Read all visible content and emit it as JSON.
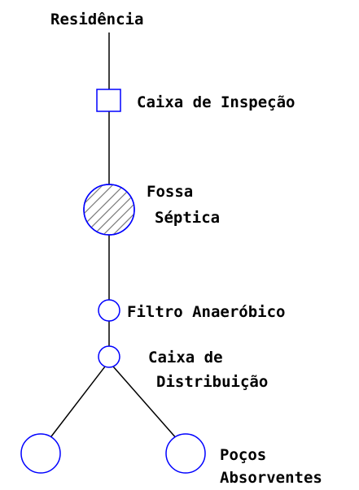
{
  "diagram": {
    "labels": {
      "residencia": "Residência",
      "caixa_inspecao": "Caixa de Inspeção",
      "fossa_line1": "Fossa",
      "fossa_line2": "Séptica",
      "filtro": "Filtro Anaeróbico",
      "caixa_dist_line1": "Caixa de",
      "caixa_dist_line2": "Distribuição",
      "pocos_line1": "Poços",
      "pocos_line2": "Absorventes"
    },
    "colors": {
      "outline": "#0000ff",
      "line": "#000000",
      "hatch": "#7a7a7a",
      "text": "#000000"
    }
  }
}
